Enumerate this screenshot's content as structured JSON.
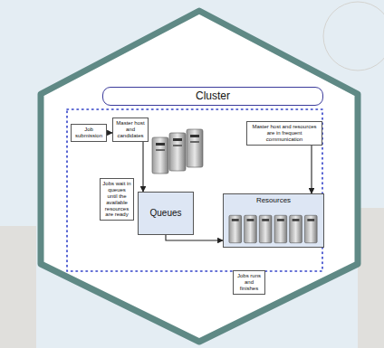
{
  "diagram": {
    "nodes": [
      {
        "text": [
          "Cluster"
        ]
      },
      {
        "text": [
          "Job submission"
        ]
      },
      {
        "text": [
          "Master host and candidates"
        ]
      },
      {
        "text": [
          "Master host and resources are in frequent communication"
        ]
      },
      {
        "text": [
          "Jobs wait in queues until the available resources are ready"
        ]
      },
      {
        "text": [
          "Queues"
        ]
      },
      {
        "text": [
          "Resources"
        ]
      },
      {
        "text": [
          "Jobs runs and finishes"
        ]
      }
    ],
    "edges": [
      {
        "from": 1,
        "to": 2,
        "arrow": "to"
      },
      {
        "from": 2,
        "to": 5,
        "arrow": "to"
      },
      {
        "from": 5,
        "to": 6,
        "arrow": "to"
      },
      {
        "from": 3,
        "to": 6,
        "arrow": "to"
      }
    ]
  }
}
